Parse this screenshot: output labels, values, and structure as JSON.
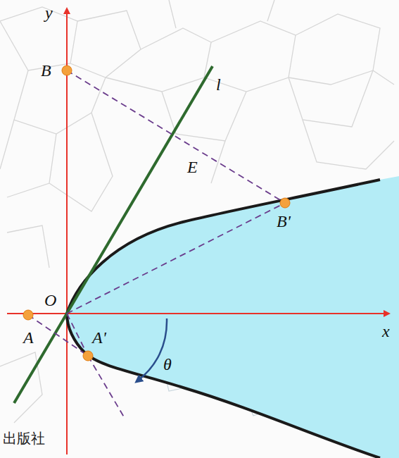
{
  "diagram": {
    "labels": [
      "y",
      "x",
      "O",
      "A",
      "B",
      "A'",
      "B'",
      "E",
      "l",
      "θ",
      "出版社"
    ]
  }
}
